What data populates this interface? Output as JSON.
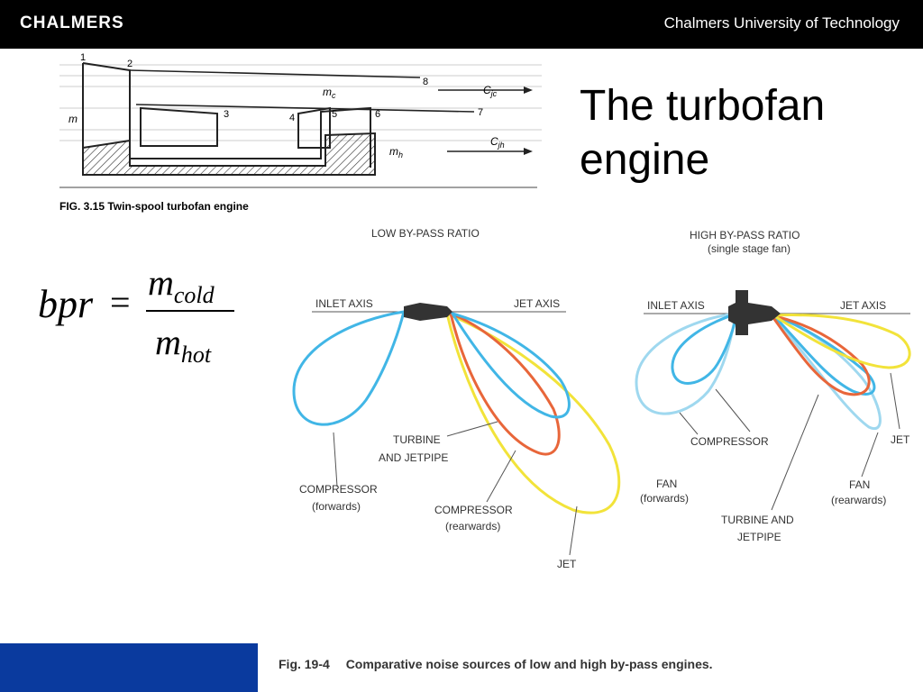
{
  "header": {
    "logo_text": "CHALMERS",
    "university": "Chalmers University of Technology"
  },
  "slide": {
    "title_line1": "The turbofan",
    "title_line2": "engine"
  },
  "formula": {
    "lhs": "bpr",
    "equals": "=",
    "numerator_base": "m",
    "numerator_sub": "cold",
    "denominator_base": "m",
    "denominator_sub": "hot"
  },
  "engine_diagram": {
    "caption": "FIG. 3.15  Twin-spool turbofan engine",
    "stations": [
      "1",
      "2",
      "3",
      "4",
      "5",
      "6",
      "7",
      "8"
    ],
    "labels": {
      "m": "m",
      "mc": "m",
      "mc_sub": "c",
      "mh": "m",
      "mh_sub": "h",
      "cjc": "C",
      "cjc_sub": "jc",
      "cjh": "C",
      "cjh_sub": "jh"
    }
  },
  "noise_figure": {
    "low": {
      "heading": "LOW BY-PASS RATIO",
      "inlet_axis": "INLET AXIS",
      "jet_axis": "JET AXIS",
      "turbine_line1": "TURBINE",
      "turbine_line2": "AND JETPIPE",
      "compressor_fwd_line1": "COMPRESSOR",
      "compressor_fwd_line2": "(forwards)",
      "compressor_rear_line1": "COMPRESSOR",
      "compressor_rear_line2": "(rearwards)",
      "jet": "JET"
    },
    "high": {
      "heading_line1": "HIGH BY-PASS RATIO",
      "heading_line2": "(single stage fan)",
      "inlet_axis": "INLET AXIS",
      "jet_axis": "JET AXIS",
      "compressor": "COMPRESSOR",
      "jet": "JET",
      "fan_fwd_line1": "FAN",
      "fan_fwd_line2": "(forwards)",
      "turbine_line1": "TURBINE AND",
      "turbine_line2": "JETPIPE",
      "fan_rear_line1": "FAN",
      "fan_rear_line2": "(rearwards)"
    },
    "colors": {
      "compressor": "#41b6e6",
      "turbine": "#e8663a",
      "jet": "#f2e33a",
      "fan": "#9fd8ef"
    },
    "fig_number": "Fig. 19-4",
    "fig_caption": "Comparative noise sources of low and high by-pass engines."
  },
  "footer": {
    "band_color": "#0a3a9e"
  }
}
